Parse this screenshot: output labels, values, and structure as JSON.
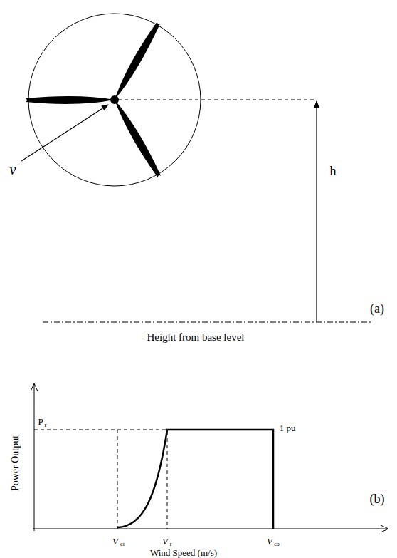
{
  "diagram": {
    "labels": [
      "v",
      "h",
      "(a)",
      "Height from base level",
      "Power Output",
      "P",
      "r",
      "1 pu",
      "V",
      "ci",
      "V",
      "r",
      "V",
      "co",
      "Wind Speed (m/s)",
      "(b)"
    ]
  }
}
